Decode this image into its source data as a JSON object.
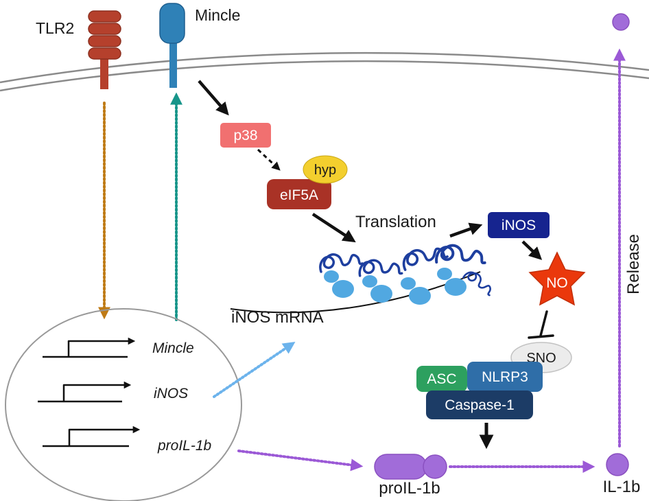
{
  "receptors": {
    "tlr2": "TLR2",
    "mincle": "Mincle"
  },
  "signaling": {
    "p38": "p38",
    "hyp": "hyp",
    "eif5a": "eIF5A",
    "translation": "Translation",
    "inos": "iNOS",
    "no": "NO",
    "sno": "SNO"
  },
  "inflammasome": {
    "asc": "ASC",
    "nlrp3": "NLRP3",
    "caspase1": "Caspase-1"
  },
  "mrna": {
    "label": "iNOS mRNA"
  },
  "nucleus": {
    "genes": {
      "mincle": "Mincle",
      "inos": "iNOS",
      "proil1b": "proIL-1b"
    }
  },
  "cytokines": {
    "proil1b": "proIL-1b",
    "il1b": "IL-1b",
    "release": "Release"
  },
  "colors": {
    "tlr2": "#b5402c",
    "mincle": "#2f81b7",
    "p38": "#f17070",
    "eif5a": "#a93226",
    "hyp": "#f3cf2e",
    "inos": "#16248f",
    "no_star": "#ea380c",
    "sno_fill": "#ececec",
    "asc": "#2da05f",
    "nlrp3": "#2f6ea8",
    "caspase1": "#1c3c66",
    "purple": "#a16cd9",
    "ribosome": "#51a8e1",
    "mrna_coil": "#1e3f9f",
    "arrow_orange": "#bf7b16",
    "arrow_teal": "#17958a",
    "arrow_lightblue": "#6cb3ec",
    "arrow_purple": "#9b59d6",
    "arrow_black": "#111111",
    "membrane_gray": "#8a8a8a",
    "nucleus_stroke": "#999999"
  }
}
